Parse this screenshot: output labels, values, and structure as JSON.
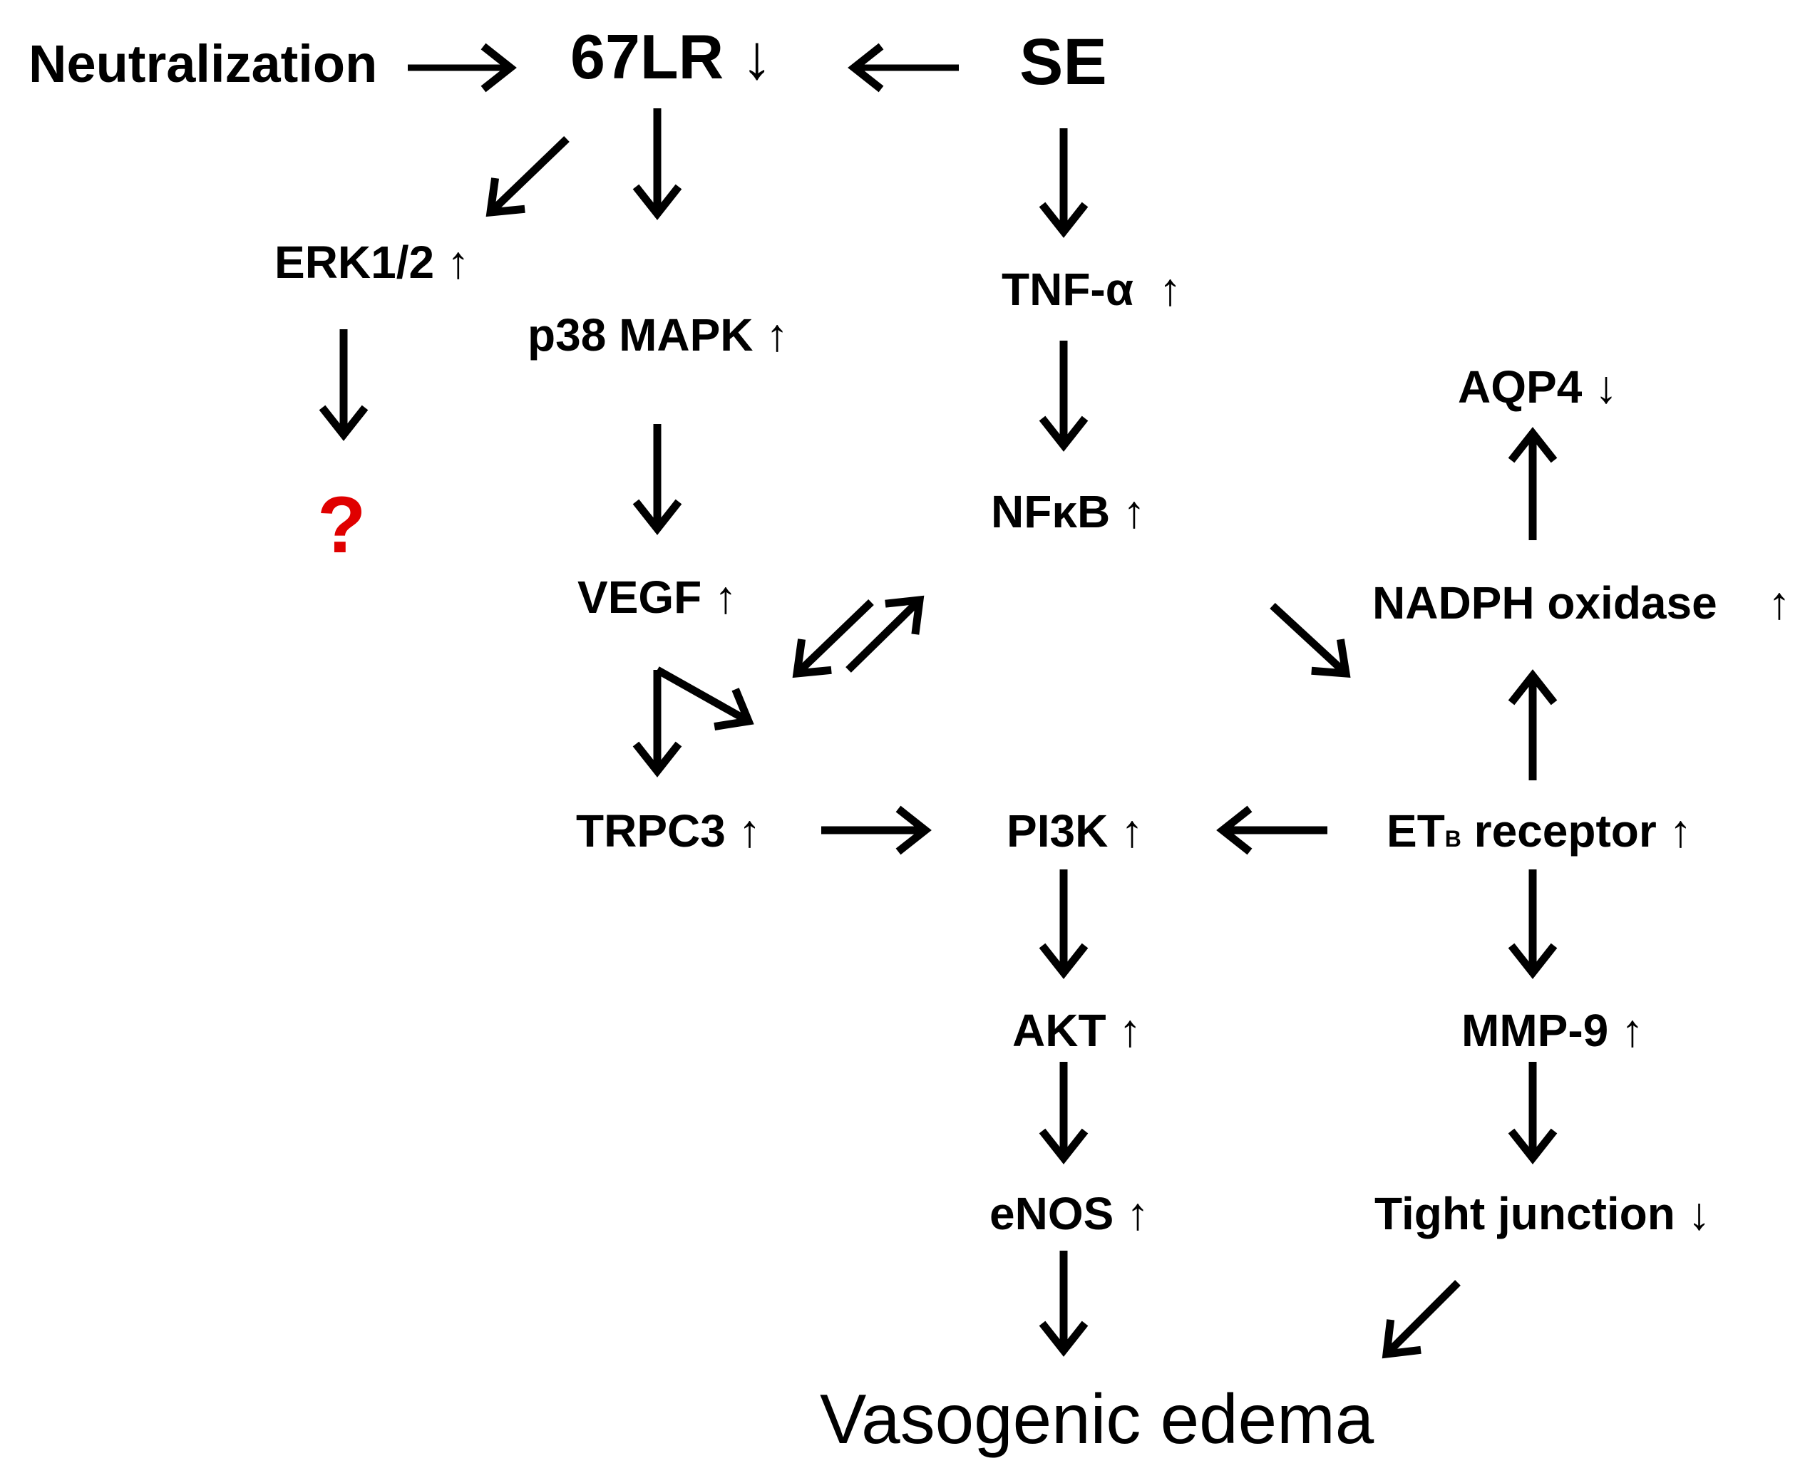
{
  "nodes": {
    "neutralization": "Neutralization",
    "lr67": "67LR ↓",
    "se": "SE",
    "erk": "ERK1/2 ↑",
    "p38": "p38 MAPK ↑",
    "tnf": "TNF-α  ↑",
    "unknown": "?",
    "aqp4": "AQP4 ↓",
    "nfkb": "NFκB ↑",
    "vegf": "VEGF ↑",
    "nadph": "NADPH oxidase",
    "nadph_arrow": "↑",
    "trpc3": "TRPC3 ↑",
    "pi3k": "PI3K ↑",
    "etb_main": "ET",
    "etb_sub": "B",
    "etb_rest": " receptor ↑",
    "akt": "AKT ↑",
    "mmp9": "MMP-9 ↑",
    "enos": "eNOS ↑",
    "tight": "Tight junction ↓",
    "edema": "Vasogenic edema"
  },
  "colors": {
    "text": "#000000",
    "unknown": "#e00000",
    "arrow": "#000000"
  }
}
